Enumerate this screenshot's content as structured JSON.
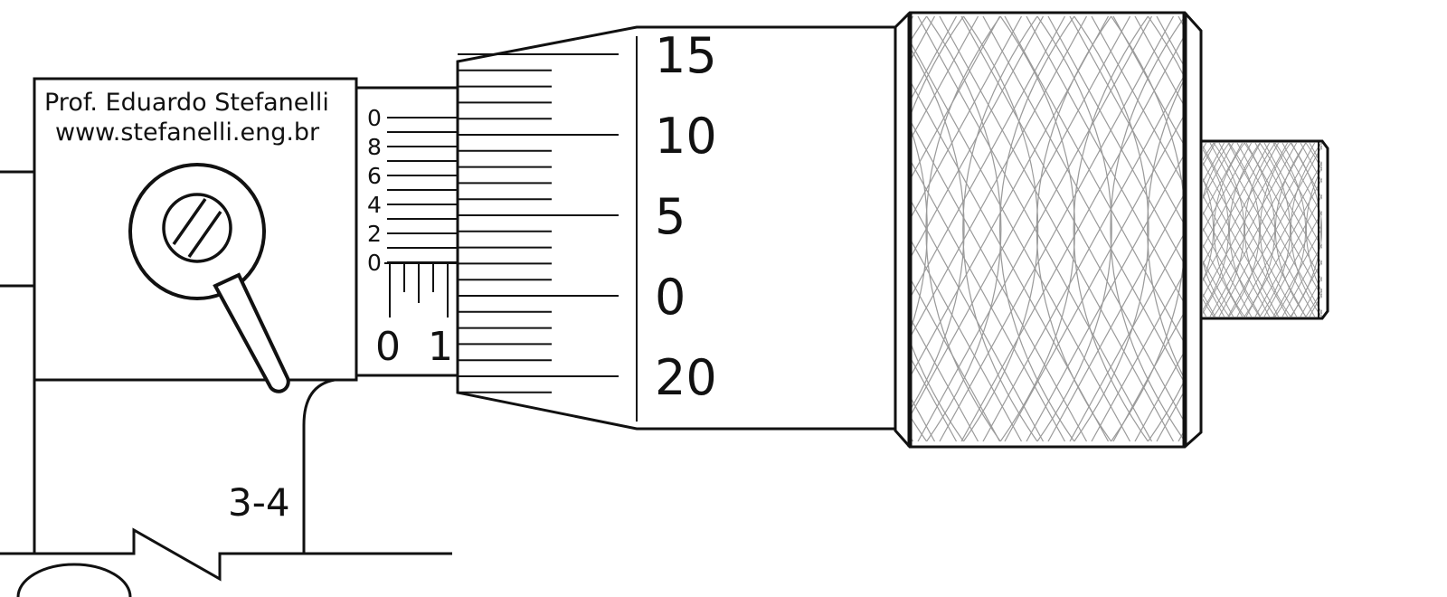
{
  "header": {
    "author_line1": "Prof. Eduardo Stefanelli",
    "author_line2": "www.stefanelli.eng.br"
  },
  "vernier_scale": {
    "labels": [
      "0",
      "8",
      "6",
      "4",
      "2",
      "0"
    ]
  },
  "sleeve_scale": {
    "labels": [
      "0",
      "1"
    ]
  },
  "thimble_scale": {
    "labels": [
      "15",
      "10",
      "5",
      "0",
      "20"
    ]
  },
  "frame": {
    "range_label": "3-4"
  },
  "colors": {
    "line": "#111111",
    "knurl": "#9a9a9a",
    "background": "#ffffff"
  },
  "icons": {
    "lock_screw": "slotted-screw",
    "lock_lever": "lever"
  }
}
